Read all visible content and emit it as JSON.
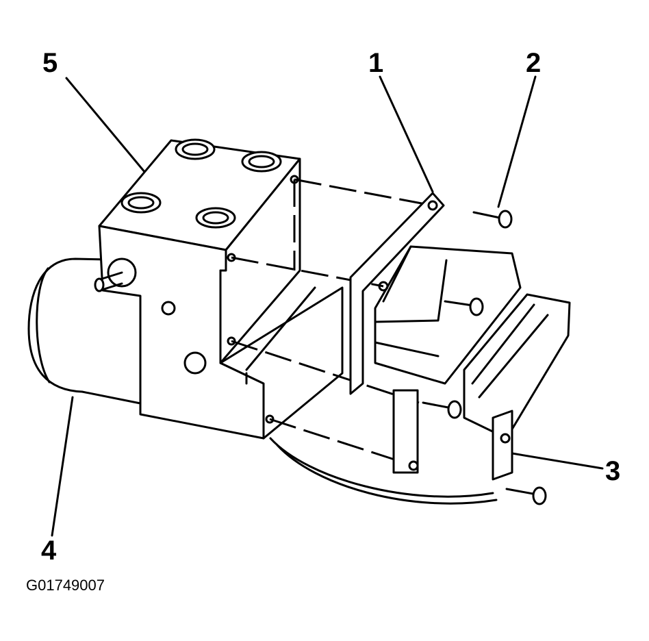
{
  "callouts": {
    "c1": "1",
    "c2": "2",
    "c3": "3",
    "c4": "4",
    "c5": "5"
  },
  "figure_id": "G01749007",
  "colors": {
    "line": "#000000",
    "background": "#ffffff"
  }
}
